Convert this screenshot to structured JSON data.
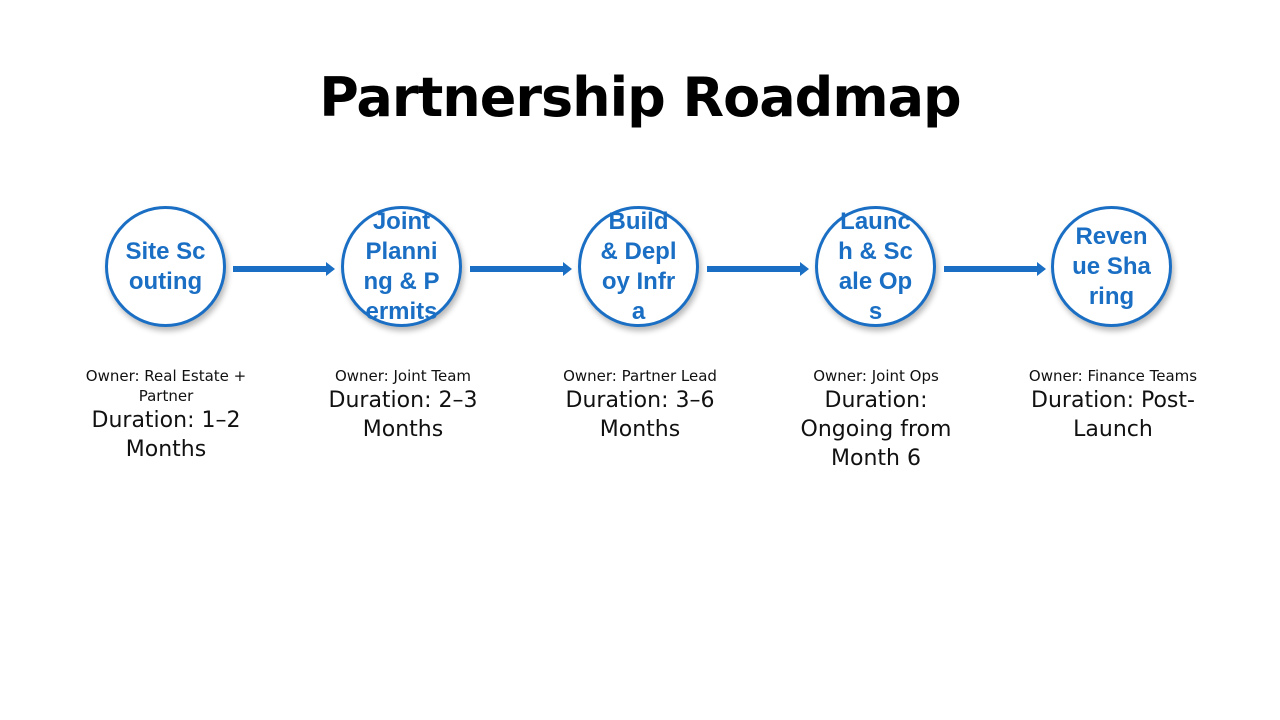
{
  "title": "Partnership Roadmap",
  "colors": {
    "accent": "#1a6fc4",
    "text": "#111111",
    "background": "#ffffff"
  },
  "steps": [
    {
      "label": "Site Scouting",
      "owner": "Owner: Real Estate + Partner",
      "duration": "Duration: 1–2 Months"
    },
    {
      "label": "Joint Planning & Permits",
      "owner": "Owner: Joint Team",
      "duration": "Duration: 2–3 Months"
    },
    {
      "label": "Build & Deploy Infra",
      "owner": "Owner: Partner Lead",
      "duration": "Duration: 3–6 Months"
    },
    {
      "label": "Launch & Scale Ops",
      "owner": "Owner: Joint Ops",
      "duration": "Duration: Ongoing from Month 6"
    },
    {
      "label": "Revenue Sharing",
      "owner": "Owner: Finance Teams",
      "duration": "Duration: Post-Launch"
    }
  ]
}
